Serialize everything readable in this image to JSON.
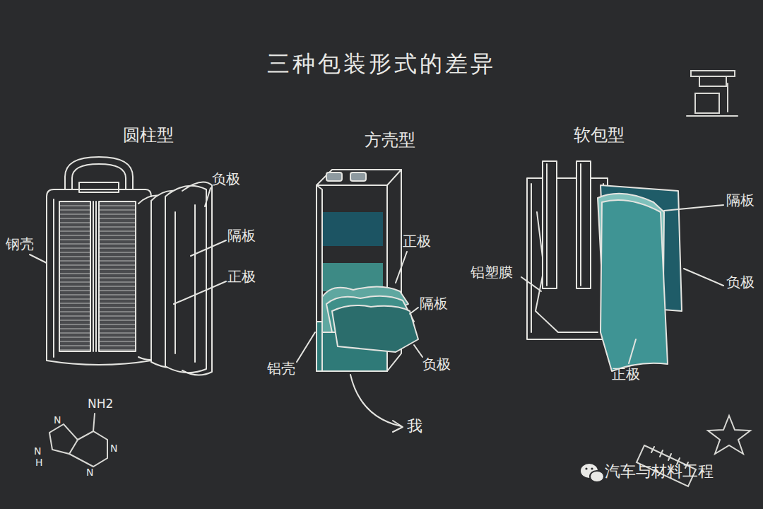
{
  "diagram": {
    "title": "三种包装形式的差异",
    "labels": [
      "圆柱型",
      "方壳型",
      "软包型",
      "负极",
      "隔板",
      "钢壳",
      "正极",
      "正极",
      "隔板",
      "负极",
      "铝壳",
      "我",
      "隔板",
      "铝塑膜",
      "负极",
      "正极",
      "NH2",
      "N",
      "N",
      "H",
      "N",
      "N",
      "汽车与材料工程"
    ]
  }
}
